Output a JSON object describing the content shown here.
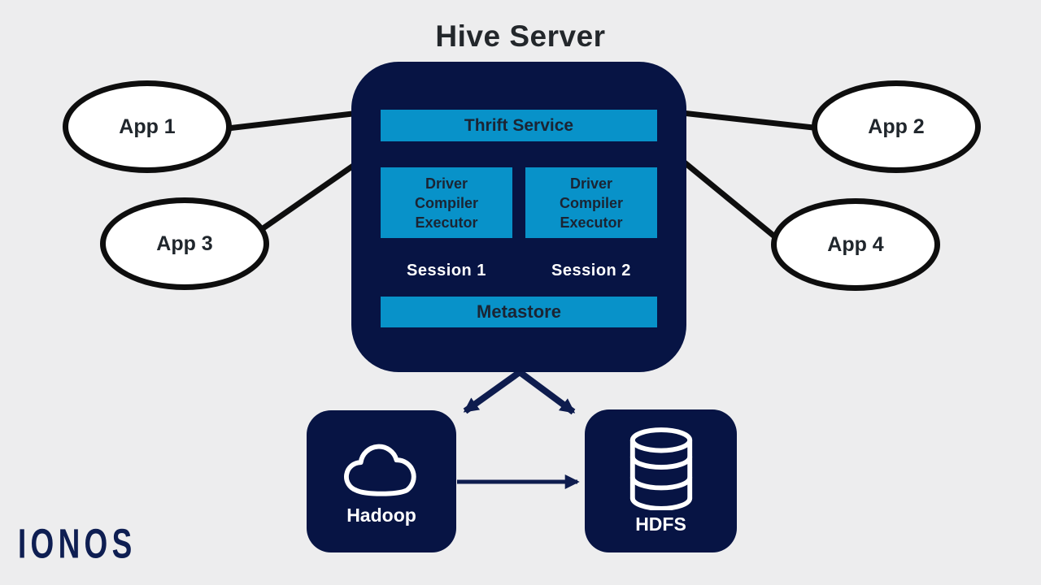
{
  "title": "Hive Server",
  "apps": [
    {
      "label": "App 1"
    },
    {
      "label": "App 2"
    },
    {
      "label": "App 3"
    },
    {
      "label": "App 4"
    }
  ],
  "hive_server": {
    "thrift_label": "Thrift Service",
    "drivers": [
      "Driver\nCompiler\nExecutor",
      "Driver\nCompiler\nExecutor"
    ],
    "sessions": [
      "Session 1",
      "Session 2"
    ],
    "metastore_label": "Metastore"
  },
  "bottom_nodes": [
    {
      "label": "Hadoop",
      "icon": "cloud-icon"
    },
    {
      "label": "HDFS",
      "icon": "database-icon"
    }
  ],
  "logo_text": "IONOS",
  "colors": {
    "background": "#ededee",
    "navy": "#071444",
    "blue": "#0892c9",
    "dark_text": "#1b2433",
    "black_arrow": "#0e0e0e",
    "navy_arrow": "#0e1c4e",
    "white": "#ffffff"
  }
}
